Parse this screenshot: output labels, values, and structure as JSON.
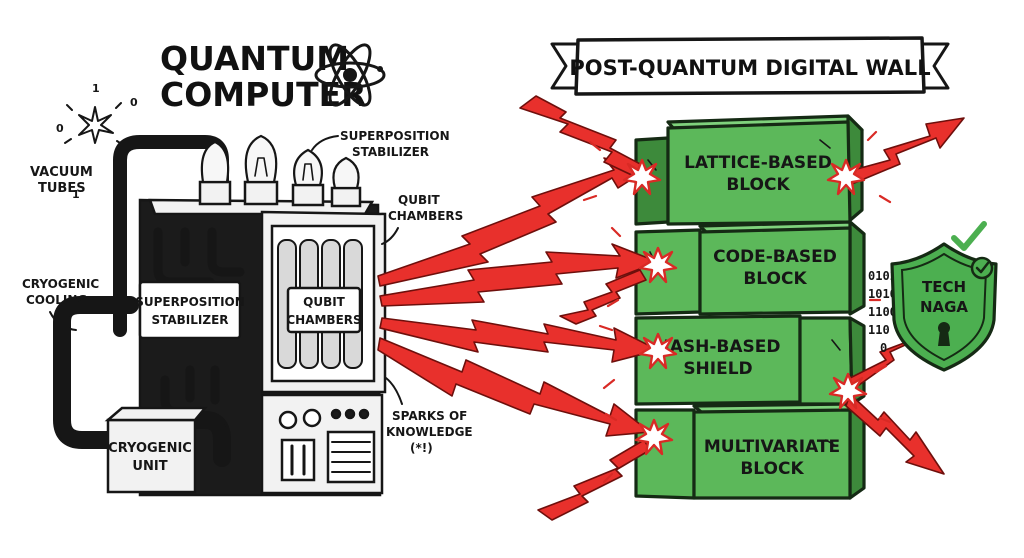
{
  "quantum_computer": {
    "title_line1": "QUANTUM",
    "title_line2": "COMPUTER",
    "callout_vacuum_tubes_line1": "VACUUM",
    "callout_vacuum_tubes_line2": "TUBES",
    "callout_superposition_line1": "SUPERPOSITION",
    "callout_superposition_line2": "STABILIZER",
    "callout_qubit_line1": "QUBIT",
    "callout_qubit_line2": "CHAMBERS",
    "callout_cryogenic_line1": "CRYOGENIC",
    "callout_cryogenic_line2": "COOLING",
    "panel_superposition_line1": "SUPERPOSITION",
    "panel_superposition_line2": "STABILIZER",
    "panel_qubit_line1": "QUBIT",
    "panel_qubit_line2": "CHAMBERS",
    "cryogenic_unit_line1": "CRYOGENIC",
    "cryogenic_unit_line2": "UNIT",
    "callout_sparks_line1": "SPARKS OF",
    "callout_sparks_line2": "KNOWLEDGE",
    "callout_sparks_line3": "(*!)",
    "spark_bits": [
      "1",
      "0",
      "1",
      "0"
    ]
  },
  "wall": {
    "banner_title": "POST-QUANTUM DIGITAL WALL",
    "bricks": [
      {
        "line1": "LATTICE-BASED",
        "line2": "BLOCK"
      },
      {
        "line1": "CODE-BASED",
        "line2": "BLOCK"
      },
      {
        "line1": "HASH-BASED",
        "line2": "SHIELD"
      },
      {
        "line1": "MULTIVARIATE",
        "line2": "BLOCK"
      }
    ]
  },
  "binary_lines": [
    "0101",
    "1010",
    "1100",
    "110 1",
    "0"
  ],
  "shield": {
    "line1": "TECH",
    "line2": "NAGA"
  },
  "colors": {
    "arrow_red": "#e8302c",
    "brick_green": "#5cb85a",
    "shield_green": "#4caf50",
    "ink": "#161616"
  }
}
